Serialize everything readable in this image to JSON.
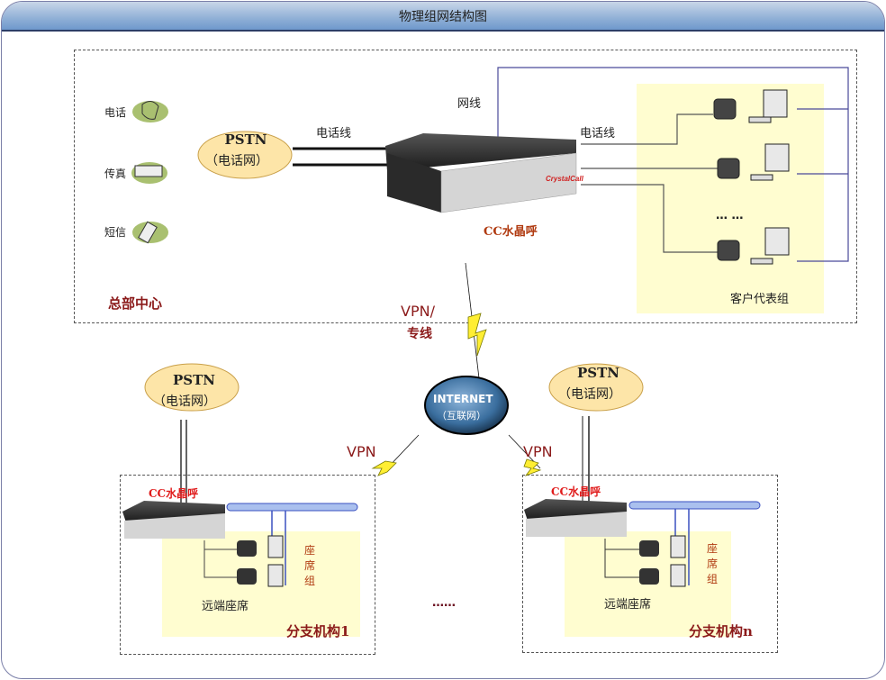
{
  "title": "物理组网结构图",
  "hq": {
    "name": "总部中心",
    "services": [
      {
        "label": "电话",
        "icon": "telephone-icon"
      },
      {
        "label": "传真",
        "icon": "fax-icon"
      },
      {
        "label": "短信",
        "icon": "mobile-phone-icon"
      }
    ],
    "pstn": {
      "title": "PSTN",
      "subtitle": "（电话网）"
    },
    "phone_line_left": "电话线",
    "net_line": "网线",
    "phone_line_right": "电话线",
    "device": {
      "label": "CC水晶呼",
      "brand": "CrystalCall"
    },
    "agent_group": {
      "label": "客户代表组",
      "ellipsis": "… …",
      "agents": 3
    }
  },
  "link": {
    "top": "VPN/",
    "bottom": "专线"
  },
  "internet": {
    "title": "INTERNET",
    "subtitle": "（互联网）"
  },
  "branches": [
    {
      "name": "分支机构1",
      "vpn": "VPN",
      "pstn": {
        "title": "PSTN",
        "subtitle": "（电话网）"
      },
      "device": "CC水晶呼",
      "seat_group": "座席组",
      "remote_seats": "远端座席"
    },
    {
      "name": "分支机构n",
      "vpn": "VPN",
      "pstn": {
        "title": "PSTN",
        "subtitle": "（电话网）"
      },
      "device": "CC水晶呼",
      "seat_group": "座席组",
      "remote_seats": "远端座席"
    }
  ],
  "between_branches": "……"
}
